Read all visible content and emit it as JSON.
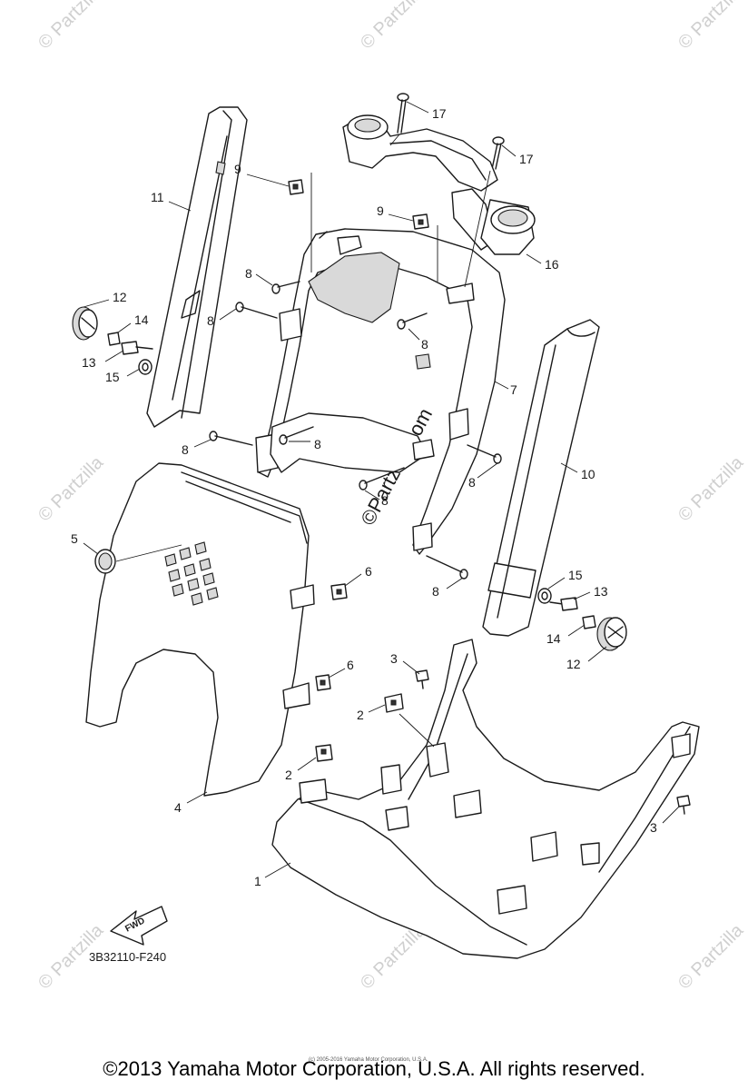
{
  "watermark": {
    "text": "© Partzilla",
    "center_text": "©Partzilla.com",
    "small_text": "(c) 2005-2016 Yamaha Motor Corporation, U.S.A."
  },
  "diagram_code": "3B32110-F240",
  "fwd_label": "FWD",
  "copyright": "©2013 Yamaha Motor Corporation, U.S.A. All rights reserved.",
  "callouts": {
    "c1": "1",
    "c2a": "2",
    "c2b": "2",
    "c3a": "3",
    "c3b": "3",
    "c4": "4",
    "c5": "5",
    "c6a": "6",
    "c6b": "6",
    "c7": "7",
    "c8a": "8",
    "c8b": "8",
    "c8c": "8",
    "c8d": "8",
    "c8e": "8",
    "c8f": "8",
    "c8g": "8",
    "c8h": "8",
    "c9a": "9",
    "c9b": "9",
    "c10": "10",
    "c11": "11",
    "c12a": "12",
    "c12b": "12",
    "c13a": "13",
    "c13b": "13",
    "c14a": "14",
    "c14b": "14",
    "c15a": "15",
    "c15b": "15",
    "c16": "16",
    "c17a": "17",
    "c17b": "17"
  }
}
